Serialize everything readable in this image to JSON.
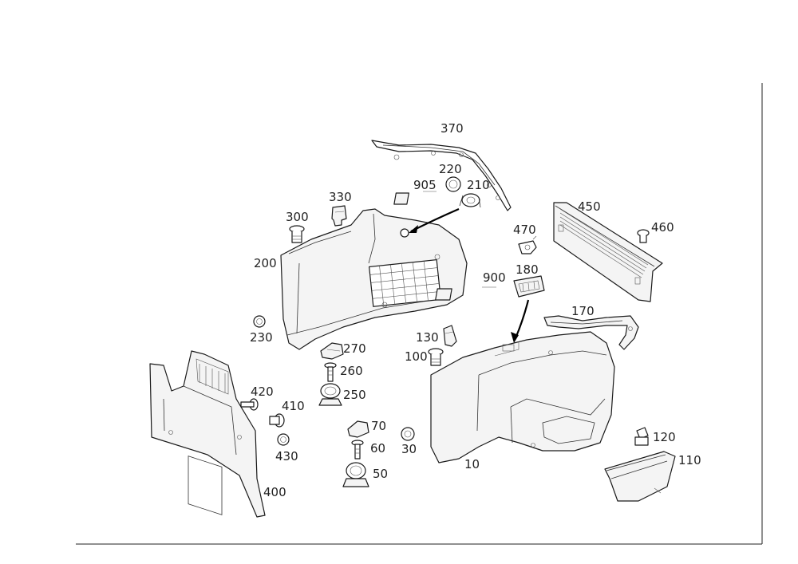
{
  "diagram": {
    "labels": {
      "p10": "10",
      "p30": "30",
      "p50": "50",
      "p60": "60",
      "p70": "70",
      "p100": "100",
      "p110": "110",
      "p120": "120",
      "p130": "130",
      "p170": "170",
      "p180": "180",
      "p200": "200",
      "p210": "210",
      "p220": "220",
      "p230": "230",
      "p250": "250",
      "p260": "260",
      "p270": "270",
      "p300": "300",
      "p330": "330",
      "p370": "370",
      "p400": "400",
      "p410": "410",
      "p420": "420",
      "p430": "430",
      "p450": "450",
      "p460": "460",
      "p470": "470",
      "p900": "900",
      "p905": "905"
    }
  }
}
